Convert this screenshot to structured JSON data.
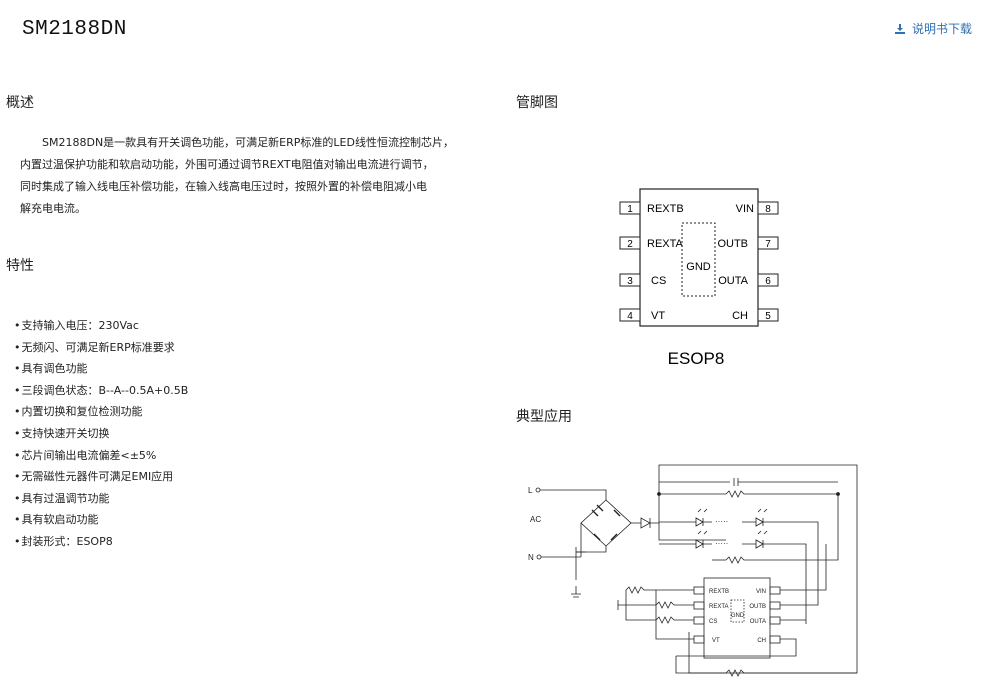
{
  "header": {
    "title": "SM2188DN",
    "download_label": "说明书下载"
  },
  "overview": {
    "heading": "概述",
    "lines": [
      "SM2188DN是一款具有开关调色功能，可满足新ERP标准的LED线性恒流控制芯片，",
      "内置过温保护功能和软启动功能，外围可通过调节REXT电阻值对输出电流进行调节，",
      "同时集成了输入线电压补偿功能，在输入线高电压过时，按照外置的补偿电阻减小电",
      "解充电电流。"
    ]
  },
  "features": {
    "heading": "特性",
    "items": [
      "支持输入电压：230Vac",
      "无频闪、可满足新ERP标准要求",
      "具有调色功能",
      "三段调色状态：B--A--0.5A+0.5B",
      "内置切换和复位检测功能",
      "支持快速开关切换",
      "芯片间输出电流偏差<±5%",
      "无需磁性元器件可满足EMI应用",
      "具有过温调节功能",
      "具有软启动功能",
      "封装形式：ESOP8"
    ]
  },
  "pinout": {
    "heading": "管脚图",
    "left_pins": [
      {
        "num": "1",
        "name": "REXTB"
      },
      {
        "num": "2",
        "name": "REXTA"
      },
      {
        "num": "3",
        "name": "CS"
      },
      {
        "num": "4",
        "name": "VT"
      }
    ],
    "right_pins": [
      {
        "num": "8",
        "name": "VIN"
      },
      {
        "num": "7",
        "name": "OUTB"
      },
      {
        "num": "6",
        "name": "OUTA"
      },
      {
        "num": "5",
        "name": "CH"
      }
    ],
    "center_label": "GND",
    "package": "ESOP8"
  },
  "application": {
    "heading": "典型应用",
    "labels": {
      "l": "L",
      "ac": "AC",
      "n": "N",
      "dots": "·····",
      "gnd": "GND"
    }
  },
  "colors": {
    "link": "#2f6fb3"
  }
}
